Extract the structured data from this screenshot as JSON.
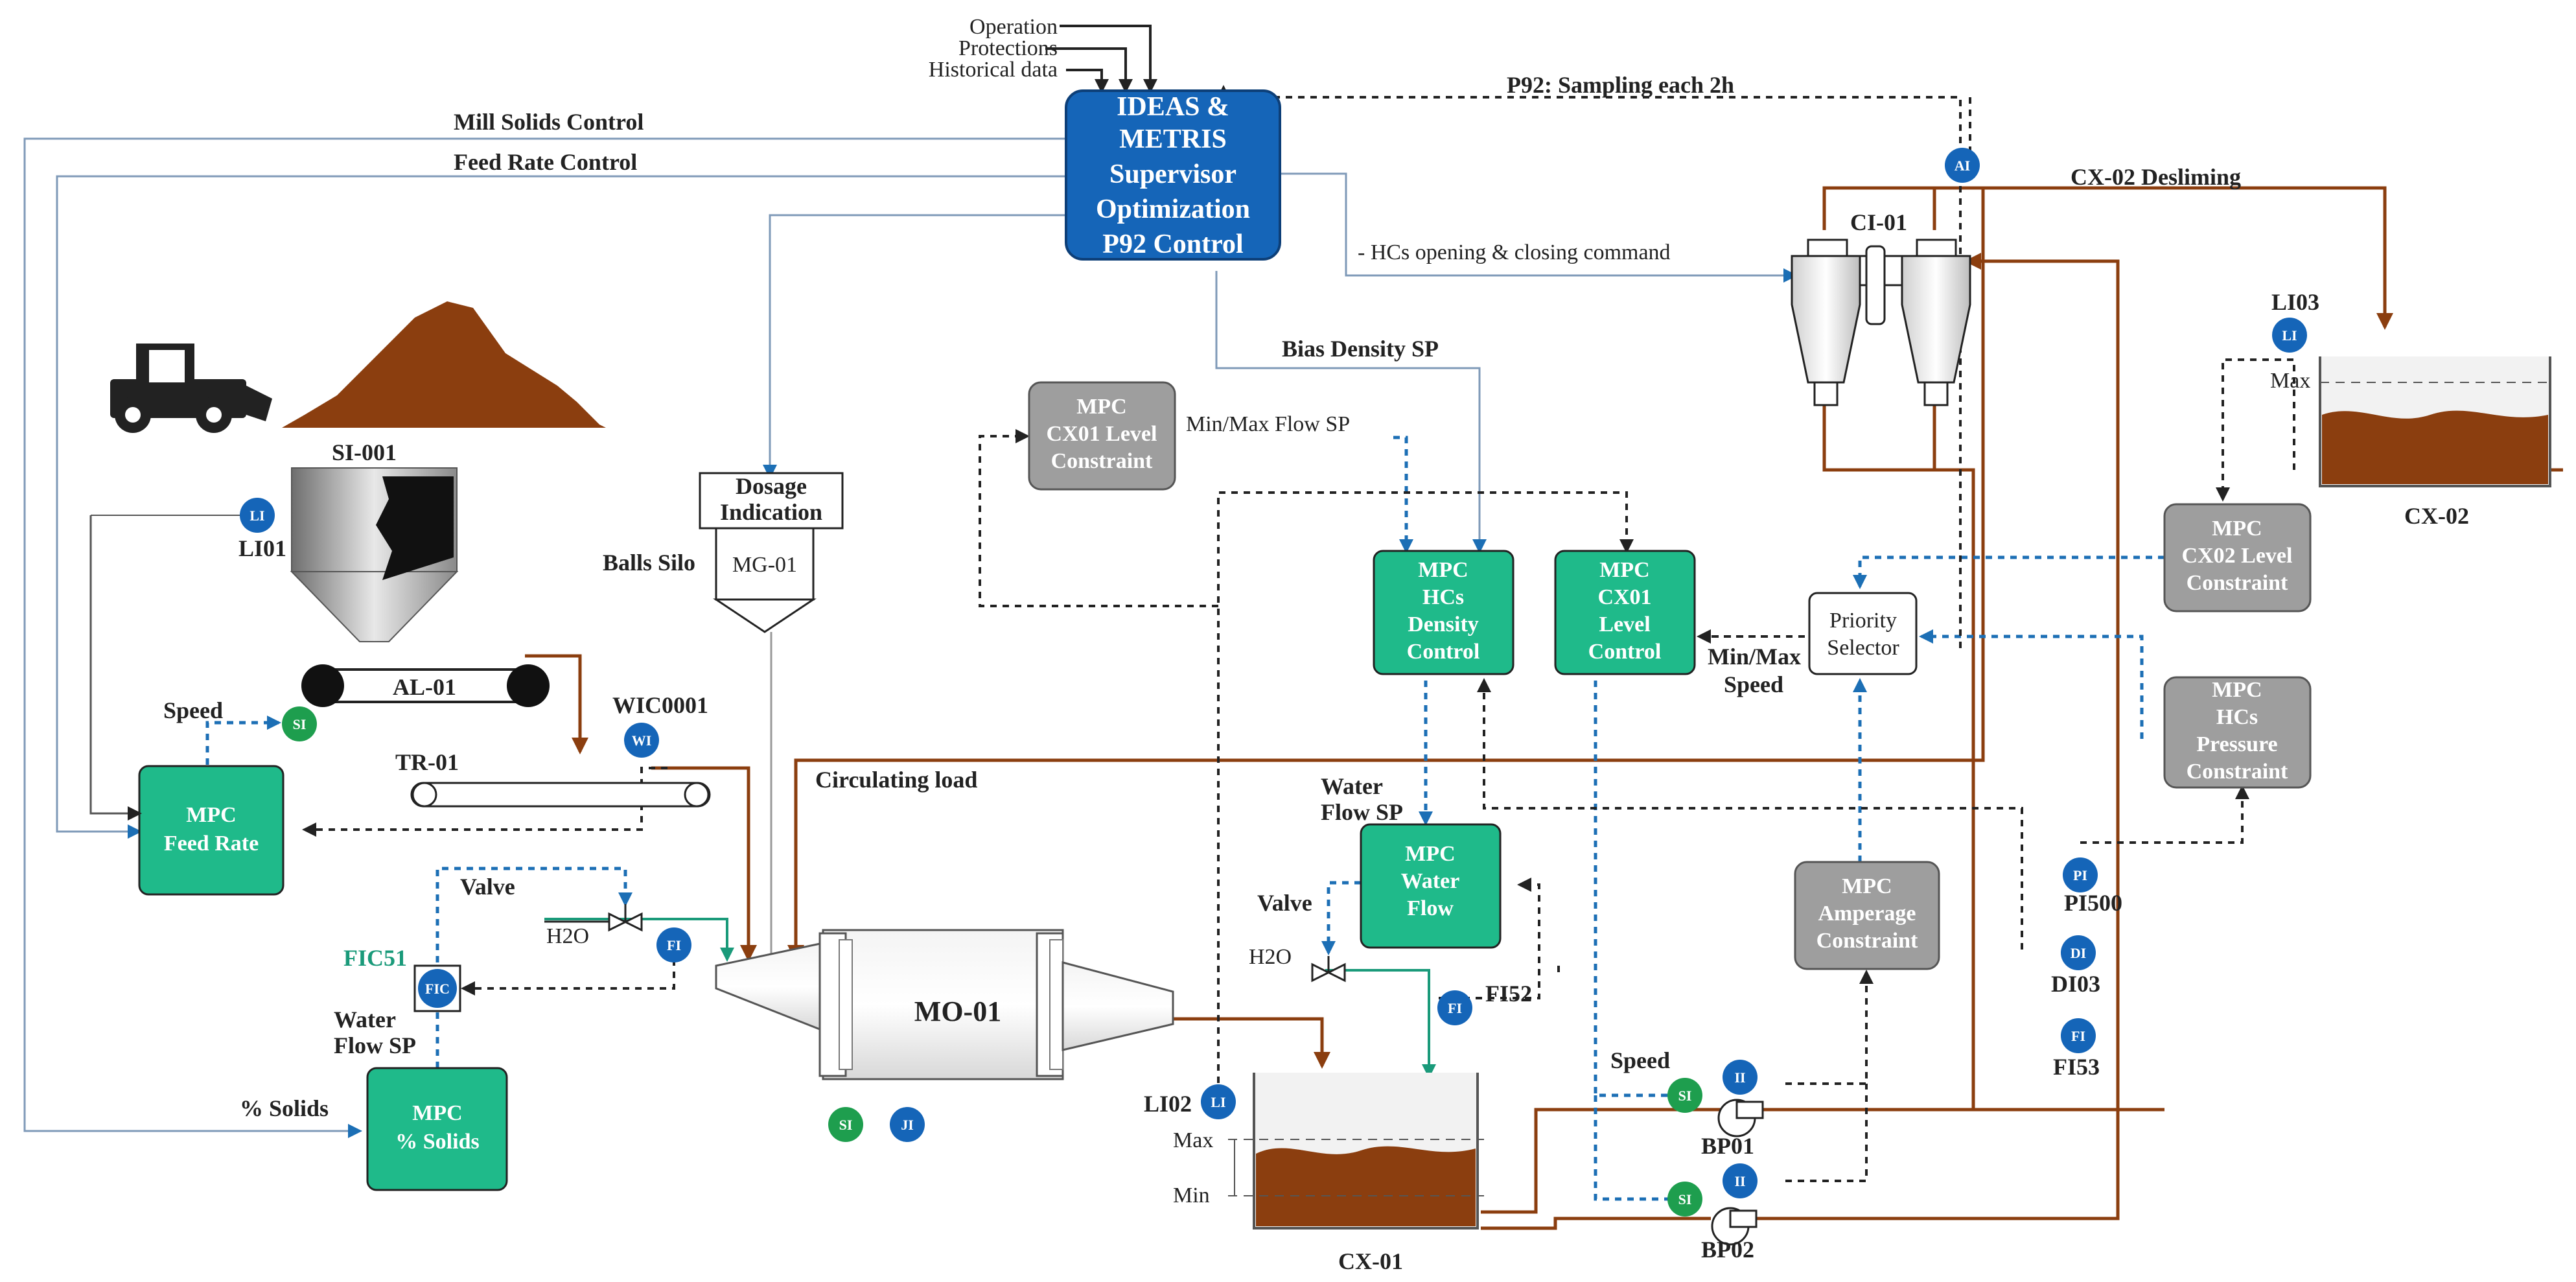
{
  "colors": {
    "supervisor": "#1565b8",
    "mpc_green": "#1fba8a",
    "mpc_gray": "#9e9e9e",
    "instrument_blue": "#1565b8",
    "instrument_green": "#1e9e4e",
    "slurry": "#8b3e0f",
    "signal_blue": "#1c6fb5"
  },
  "supervisor": {
    "line1": "IDEAS &",
    "line2": "METRIS",
    "line3": "Supervisor",
    "line4": "Optimization",
    "line5": "P92 Control",
    "inputs": [
      "Operation",
      "Protections",
      "Historical data"
    ]
  },
  "signals": {
    "mill_solids_control": "Mill Solids Control",
    "feed_rate_control": "Feed Rate Control",
    "p92_sampling": "P92: Sampling each 2h",
    "hcs_command": "- HCs opening & closing command",
    "bias_density_sp": "Bias Density SP",
    "min_max_flow_sp": "Min/Max Flow SP",
    "min_max_speed_1": "Min/Max",
    "min_max_speed_2": "Speed",
    "cx02_desliming": "CX-02 Desliming",
    "circulating_load": "Circulating load",
    "water_flow_sp_1": "Water",
    "water_flow_sp_2": "Flow SP",
    "water_flow_sp_left_1": "Water",
    "water_flow_sp_left_2": "Flow SP",
    "pct_solids": "% Solids",
    "speed_left": "Speed",
    "speed_pumps": "Speed",
    "valve_left": "Valve",
    "valve_right": "Valve",
    "h2o_left": "H2O",
    "h2o_right": "H2O"
  },
  "mpc_boxes": {
    "cx01_level_constraint": [
      "MPC",
      "CX01 Level",
      "Constraint"
    ],
    "hcs_density": [
      "MPC",
      "HCs",
      "Density",
      "Control"
    ],
    "cx01_level_control": [
      "MPC",
      "CX01",
      "Level",
      "Control"
    ],
    "priority_selector": [
      "Priority",
      "Selector"
    ],
    "cx02_level_constraint": [
      "MPC",
      "CX02 Level",
      "Constraint"
    ],
    "hcs_pressure": [
      "MPC",
      "HCs",
      "Pressure",
      "Constraint"
    ],
    "water_flow": [
      "MPC",
      "Water",
      "Flow"
    ],
    "amperage": [
      "MPC",
      "Amperage",
      "Constraint"
    ],
    "feed_rate": [
      "MPC",
      "Feed Rate"
    ],
    "pct_solids": [
      "MPC",
      "% Solids"
    ]
  },
  "equipment": {
    "si001": "SI-001",
    "li01": "LI01",
    "al01": "AL-01",
    "tr01": "TR-01",
    "wic0001": "WIC0001",
    "dosage_1": "Dosage",
    "dosage_2": "Indication",
    "balls_silo": "Balls Silo",
    "mg01": "MG-01",
    "mo01": "MO-01",
    "fic51": "FIC51",
    "ci01": "CI-01",
    "li03": "LI03",
    "cx02": "CX-02",
    "max_cx02": "Max",
    "li02": "LI02",
    "max_cx01": "Max",
    "min_cx01": "Min",
    "cx01": "CX-01",
    "fi52": "FI52",
    "pi500": "PI500",
    "di03": "DI03",
    "fi53": "FI53",
    "bp01": "BP01",
    "bp02": "BP02"
  },
  "instruments": {
    "li": "LI",
    "si": "SI",
    "wi": "WI",
    "fi": "FI",
    "fic": "FIC",
    "ji": "JI",
    "ai": "AI",
    "pi": "PI",
    "di": "DI",
    "ii": "II"
  }
}
